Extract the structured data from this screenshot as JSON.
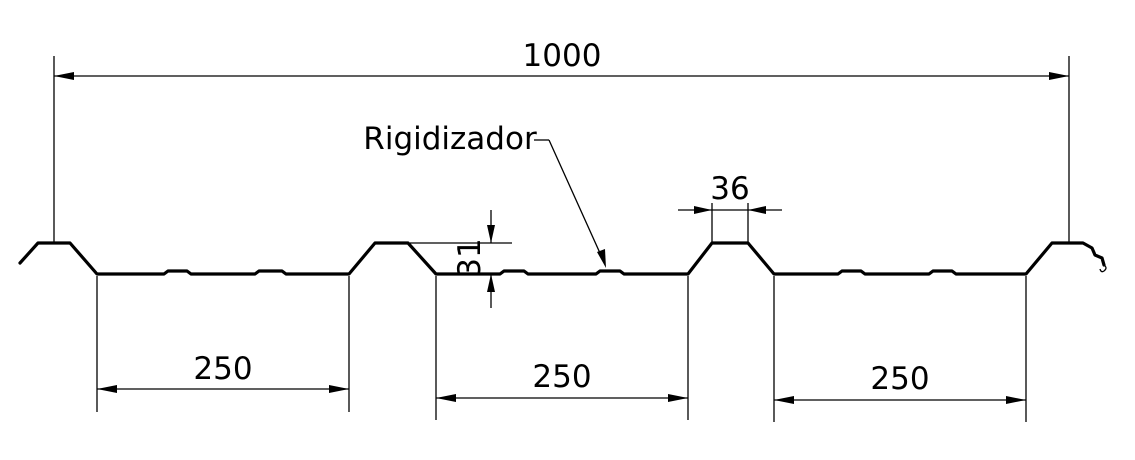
{
  "dimensions": {
    "overall_width": "1000",
    "span_left": "250",
    "span_middle": "250",
    "span_right": "250",
    "rib_height": "31",
    "rib_top_width": "36"
  },
  "labels": {
    "stiffener": "Rigidizador"
  },
  "colors": {
    "line": "#000000",
    "background": "#ffffff"
  }
}
